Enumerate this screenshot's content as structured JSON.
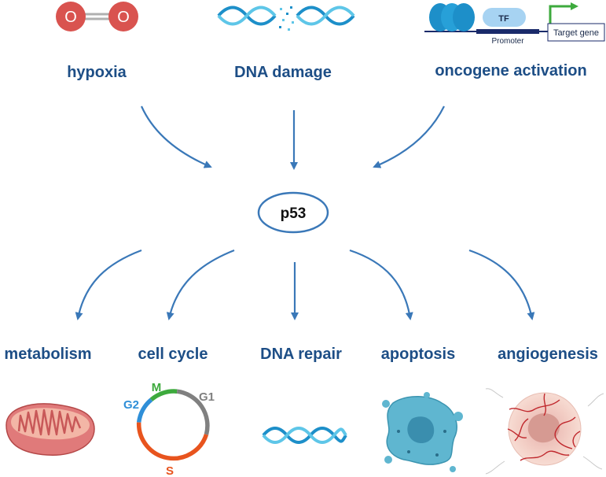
{
  "inputs": {
    "hypoxia": "hypoxia",
    "dna_damage": "DNA damage",
    "oncogene": "oncogene activation"
  },
  "promoter_icon": {
    "tf": "TF",
    "promoter": "Promoter",
    "target_gene": "Target gene"
  },
  "oxygen_icon": {
    "atom1": "O",
    "atom2": "O"
  },
  "center": "p53",
  "outputs": {
    "metabolism": "metabolism",
    "cell_cycle": "cell cycle",
    "dna_repair": "DNA repair",
    "apoptosis": "apoptosis",
    "angiogenesis": "angiogenesis"
  },
  "cell_cycle_phases": {
    "m": "M",
    "g1": "G1",
    "g2": "G2",
    "s": "S"
  },
  "colors": {
    "label": "#1d4e86",
    "arrow": "#3a78b8",
    "phase_m": "#3daa3d",
    "phase_g1": "#808080",
    "phase_g2": "#2f8fd8",
    "phase_s": "#e8541e"
  }
}
